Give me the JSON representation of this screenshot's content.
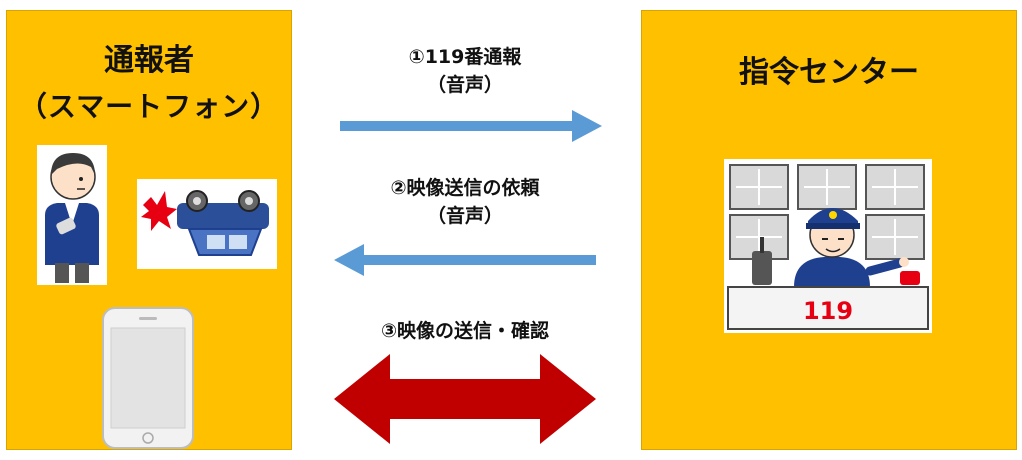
{
  "reporter": {
    "title": "通報者",
    "subtitle": "（スマートフォン）"
  },
  "command_center": {
    "title": "指令センター",
    "desk_number": "119"
  },
  "steps": [
    {
      "label": "①119番通報",
      "sub": "（音声）",
      "direction": "right"
    },
    {
      "label": "②映像送信の依頼",
      "sub": "（音声）",
      "direction": "left"
    },
    {
      "label": "③映像の送信・確認",
      "sub": "",
      "direction": "both"
    }
  ],
  "colors": {
    "panel": "#FFC000",
    "voice_arrow": "#5B9BD5",
    "video_arrow": "#C00000",
    "desk_number": "#E60012"
  },
  "icons": {
    "reporter": "injured-person-icon",
    "accident": "overturned-car-icon",
    "phone": "smartphone-icon",
    "dispatcher": "dispatcher-at-desk-icon"
  }
}
